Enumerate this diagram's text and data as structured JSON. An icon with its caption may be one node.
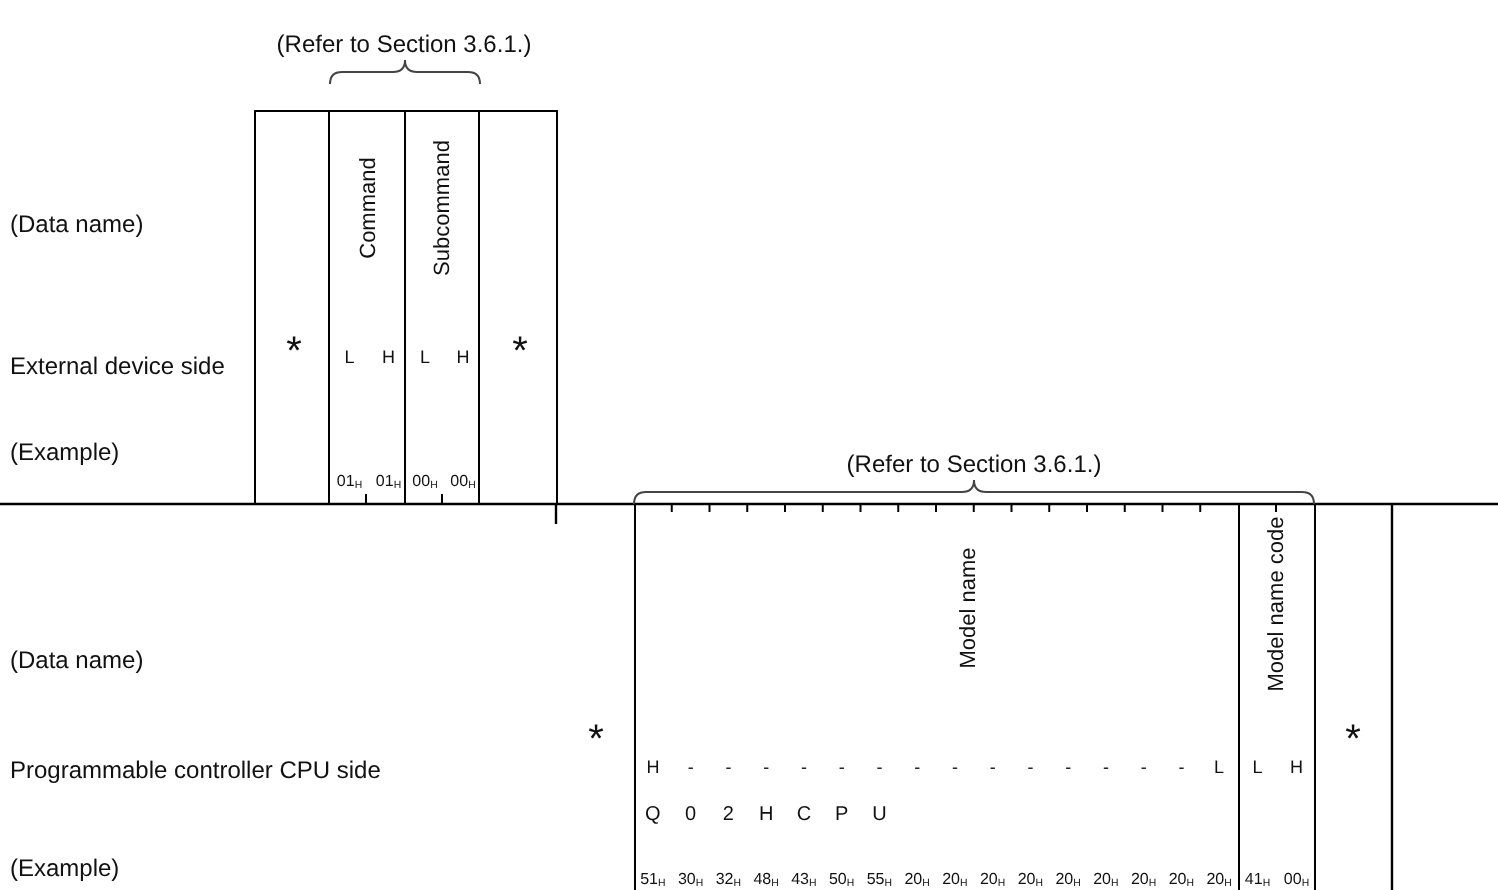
{
  "diagram": {
    "nodes": [
      {
        "text": [
          "*"
        ]
      },
      {
        "text": [
          "Command",
          "L",
          "H",
          "01$_{H}$",
          "01$_{H}$"
        ]
      },
      {
        "text": [
          "Subcommand",
          "L",
          "H",
          "00$_{H}$",
          "00$_{H}$"
        ]
      },
      {
        "text": [
          "*"
        ]
      },
      {
        "text": [
          "*"
        ]
      },
      {
        "text": [
          "Model name",
          "H",
          "-",
          "-",
          "-",
          "-",
          "-",
          "-",
          "-",
          "-",
          "-",
          "-",
          "-",
          "-",
          "-",
          "-",
          "L",
          "Q",
          "0",
          "2",
          "H",
          "C",
          "P",
          "U",
          "51$_{H}$",
          "30$_{H}$",
          "32$_{H}$",
          "48$_{H}$",
          "43$_{H}$",
          "50$_{H}$",
          "55$_{H}$",
          "20$_{H}$",
          "20$_{H}$",
          "20$_{H}$",
          "20$_{H}$",
          "20$_{H}$",
          "20$_{H}$",
          "20$_{H}$",
          "20$_{H}$",
          "20$_{H}$"
        ]
      },
      {
        "text": [
          "Model name code",
          "L",
          "H",
          "41$_{H}$",
          "00$_{H}$"
        ]
      },
      {
        "text": [
          "*"
        ]
      }
    ],
    "labels": [
      "(Refer to Section 3.6.1.)",
      "(Data name)",
      "External device side",
      "(Example)",
      "(Refer to Section 3.6.1.)",
      "(Data name)",
      "Programmable controller CPU side",
      "(Example)"
    ]
  }
}
